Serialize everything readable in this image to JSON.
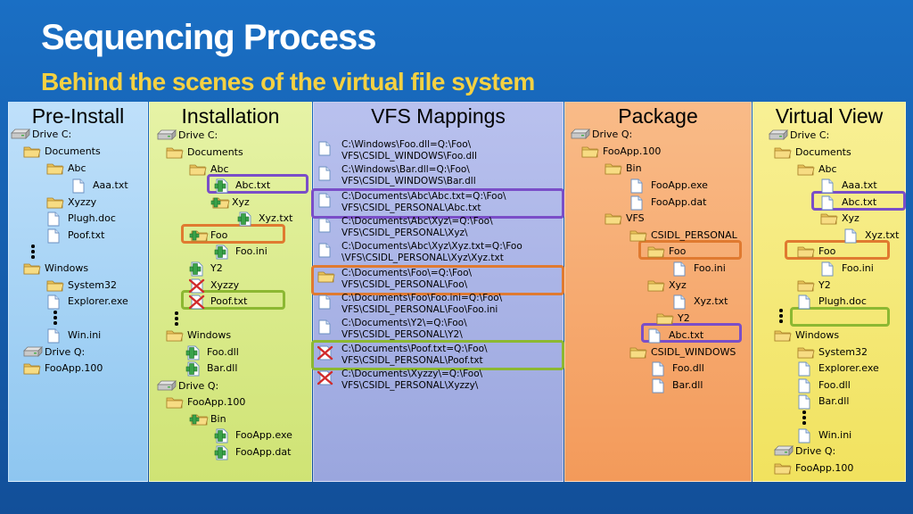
{
  "slide": {
    "title": "Sequencing Process",
    "subtitle": "Behind the scenes of the virtual file system"
  },
  "columns": {
    "preinstall": {
      "header": "Pre-Install",
      "items": [
        {
          "label": "Drive C:",
          "icon": "drive-icon"
        },
        {
          "label": "Documents",
          "icon": "folder-icon"
        },
        {
          "label": "Abc",
          "icon": "folder-icon"
        },
        {
          "label": "Aaa.txt",
          "icon": "file-icon"
        },
        {
          "label": "Xyzzy",
          "icon": "folder-icon"
        },
        {
          "label": "Plugh.doc",
          "icon": "file-icon"
        },
        {
          "label": "Poof.txt",
          "icon": "file-icon"
        },
        {
          "label": "Windows",
          "icon": "folder-icon"
        },
        {
          "label": "System32",
          "icon": "folder-icon"
        },
        {
          "label": "Explorer.exe",
          "icon": "file-icon"
        },
        {
          "label": "Win.ini",
          "icon": "file-icon"
        },
        {
          "label": "Drive Q:",
          "icon": "drive-icon"
        },
        {
          "label": "FooApp.100",
          "icon": "folder-icon"
        }
      ]
    },
    "installation": {
      "header": "Installation",
      "items": [
        {
          "label": "Drive C:",
          "icon": "drive-icon"
        },
        {
          "label": "Documents",
          "icon": "folder-icon"
        },
        {
          "label": "Abc",
          "icon": "folder-icon"
        },
        {
          "label": "Abc.txt",
          "icon": "added-icon"
        },
        {
          "label": "Xyz",
          "icon": "added-folder-icon"
        },
        {
          "label": "Xyz.txt",
          "icon": "added-icon"
        },
        {
          "label": "Foo",
          "icon": "added-folder-icon"
        },
        {
          "label": "Foo.ini",
          "icon": "added-icon"
        },
        {
          "label": "Y2",
          "icon": "added-icon"
        },
        {
          "label": "Xyzzy",
          "icon": "deleted-icon"
        },
        {
          "label": "Poof.txt",
          "icon": "deleted-icon"
        },
        {
          "label": "Windows",
          "icon": "folder-icon"
        },
        {
          "label": "Foo.dll",
          "icon": "added-icon"
        },
        {
          "label": "Bar.dll",
          "icon": "added-icon"
        },
        {
          "label": "Drive Q:",
          "icon": "drive-icon"
        },
        {
          "label": "FooApp.100",
          "icon": "folder-icon"
        },
        {
          "label": "Bin",
          "icon": "added-folder-icon"
        },
        {
          "label": "FooApp.exe",
          "icon": "added-icon"
        },
        {
          "label": "FooApp.dat",
          "icon": "added-icon"
        }
      ]
    },
    "vfs": {
      "header": "VFS Mappings",
      "mappings": [
        {
          "line1": "C:\\Windows\\Foo.dll=Q:\\Foo\\",
          "line2": "VFS\\CSIDL_WINDOWS\\Foo.dll",
          "icon": "file-icon"
        },
        {
          "line1": "C:\\Windows\\Bar.dll=Q:\\Foo\\",
          "line2": "VFS\\CSIDL_WINDOWS\\Bar.dll",
          "icon": "file-icon"
        },
        {
          "line1": "C:\\Documents\\Abc\\Abc.txt=Q:\\Foo\\",
          "line2": "VFS\\CSIDL_PERSONAL\\Abc.txt",
          "icon": "file-icon"
        },
        {
          "line1": "C:\\Documents\\Abc\\Xyz\\=Q:\\Foo\\",
          "line2": "VFS\\CSIDL_PERSONAL\\Xyz\\",
          "icon": "file-icon"
        },
        {
          "line1": "C:\\Documents\\Abc\\Xyz\\Xyz.txt=Q:\\Foo",
          "line2": "\\VFS\\CSIDL_PERSONAL\\Xyz\\Xyz.txt",
          "icon": "file-icon"
        },
        {
          "line1": "C:\\Documents\\Foo\\=Q:\\Foo\\",
          "line2": "VFS\\CSIDL_PERSONAL\\Foo\\",
          "icon": "folder-icon"
        },
        {
          "line1": "C:\\Documents\\Foo\\Foo.ini=Q:\\Foo\\",
          "line2": "VFS\\CSIDL_PERSONAL\\Foo\\Foo.ini",
          "icon": "file-icon"
        },
        {
          "line1": "C:\\Documents\\Y2\\=Q:\\Foo\\",
          "line2": "VFS\\CSIDL_PERSONAL\\Y2\\",
          "icon": "file-icon"
        },
        {
          "line1": "C:\\Documents\\Poof.txt=Q:\\Foo\\",
          "line2": "VFS\\CSIDL_PERSONAL\\Poof.txt",
          "icon": "deleted-icon"
        },
        {
          "line1": "C:\\Documents\\Xyzzy\\=Q:\\Foo\\",
          "line2": "VFS\\CSIDL_PERSONAL\\Xyzzy\\",
          "icon": "deleted-icon"
        }
      ]
    },
    "package": {
      "header": "Package",
      "items": [
        {
          "label": "Drive Q:",
          "icon": "drive-icon"
        },
        {
          "label": "FooApp.100",
          "icon": "folder-icon"
        },
        {
          "label": "Bin",
          "icon": "folder-icon"
        },
        {
          "label": "FooApp.exe",
          "icon": "file-icon"
        },
        {
          "label": "FooApp.dat",
          "icon": "file-icon"
        },
        {
          "label": "VFS",
          "icon": "folder-icon"
        },
        {
          "label": "CSIDL_PERSONAL",
          "icon": "folder-icon"
        },
        {
          "label": "Foo",
          "icon": "folder-icon"
        },
        {
          "label": "Foo.ini",
          "icon": "file-icon"
        },
        {
          "label": "Xyz",
          "icon": "folder-icon"
        },
        {
          "label": "Xyz.txt",
          "icon": "file-icon"
        },
        {
          "label": "Y2",
          "icon": "folder-icon"
        },
        {
          "label": "Abc.txt",
          "icon": "file-icon"
        },
        {
          "label": "CSIDL_WINDOWS",
          "icon": "folder-icon"
        },
        {
          "label": "Foo.dll",
          "icon": "file-icon"
        },
        {
          "label": "Bar.dll",
          "icon": "file-icon"
        }
      ]
    },
    "virtual": {
      "header": "Virtual View",
      "items": [
        {
          "label": "Drive C:",
          "icon": "drive-icon"
        },
        {
          "label": "Documents",
          "icon": "folder-icon"
        },
        {
          "label": "Abc",
          "icon": "folder-icon"
        },
        {
          "label": "Aaa.txt",
          "icon": "file-icon"
        },
        {
          "label": "Abc.txt",
          "icon": "file-icon"
        },
        {
          "label": "Xyz",
          "icon": "folder-icon"
        },
        {
          "label": "Xyz.txt",
          "icon": "file-icon"
        },
        {
          "label": "Foo",
          "icon": "folder-icon"
        },
        {
          "label": "Foo.ini",
          "icon": "file-icon"
        },
        {
          "label": "Y2",
          "icon": "folder-icon"
        },
        {
          "label": "Plugh.doc",
          "icon": "file-icon"
        },
        {
          "label": "Windows",
          "icon": "folder-icon"
        },
        {
          "label": "System32",
          "icon": "folder-icon"
        },
        {
          "label": "Explorer.exe",
          "icon": "file-icon"
        },
        {
          "label": "Foo.dll",
          "icon": "file-icon"
        },
        {
          "label": "Bar.dll",
          "icon": "file-icon"
        },
        {
          "label": "Win.ini",
          "icon": "file-icon"
        },
        {
          "label": "Drive Q:",
          "icon": "drive-icon"
        },
        {
          "label": "FooApp.100",
          "icon": "folder-icon"
        }
      ]
    }
  },
  "colors": {
    "background": "#1660b0",
    "title": "#ffffff",
    "subtitle": "#f5d142",
    "preinstall": "#a9d4f5",
    "installation": "#d9ec8a",
    "vfs": "#a9b3e6",
    "package": "#f6a86e",
    "virtual": "#f6ec7a",
    "highlight_purple": "#7a4ec8",
    "highlight_orange": "#e07a30",
    "highlight_green": "#8cb832"
  }
}
